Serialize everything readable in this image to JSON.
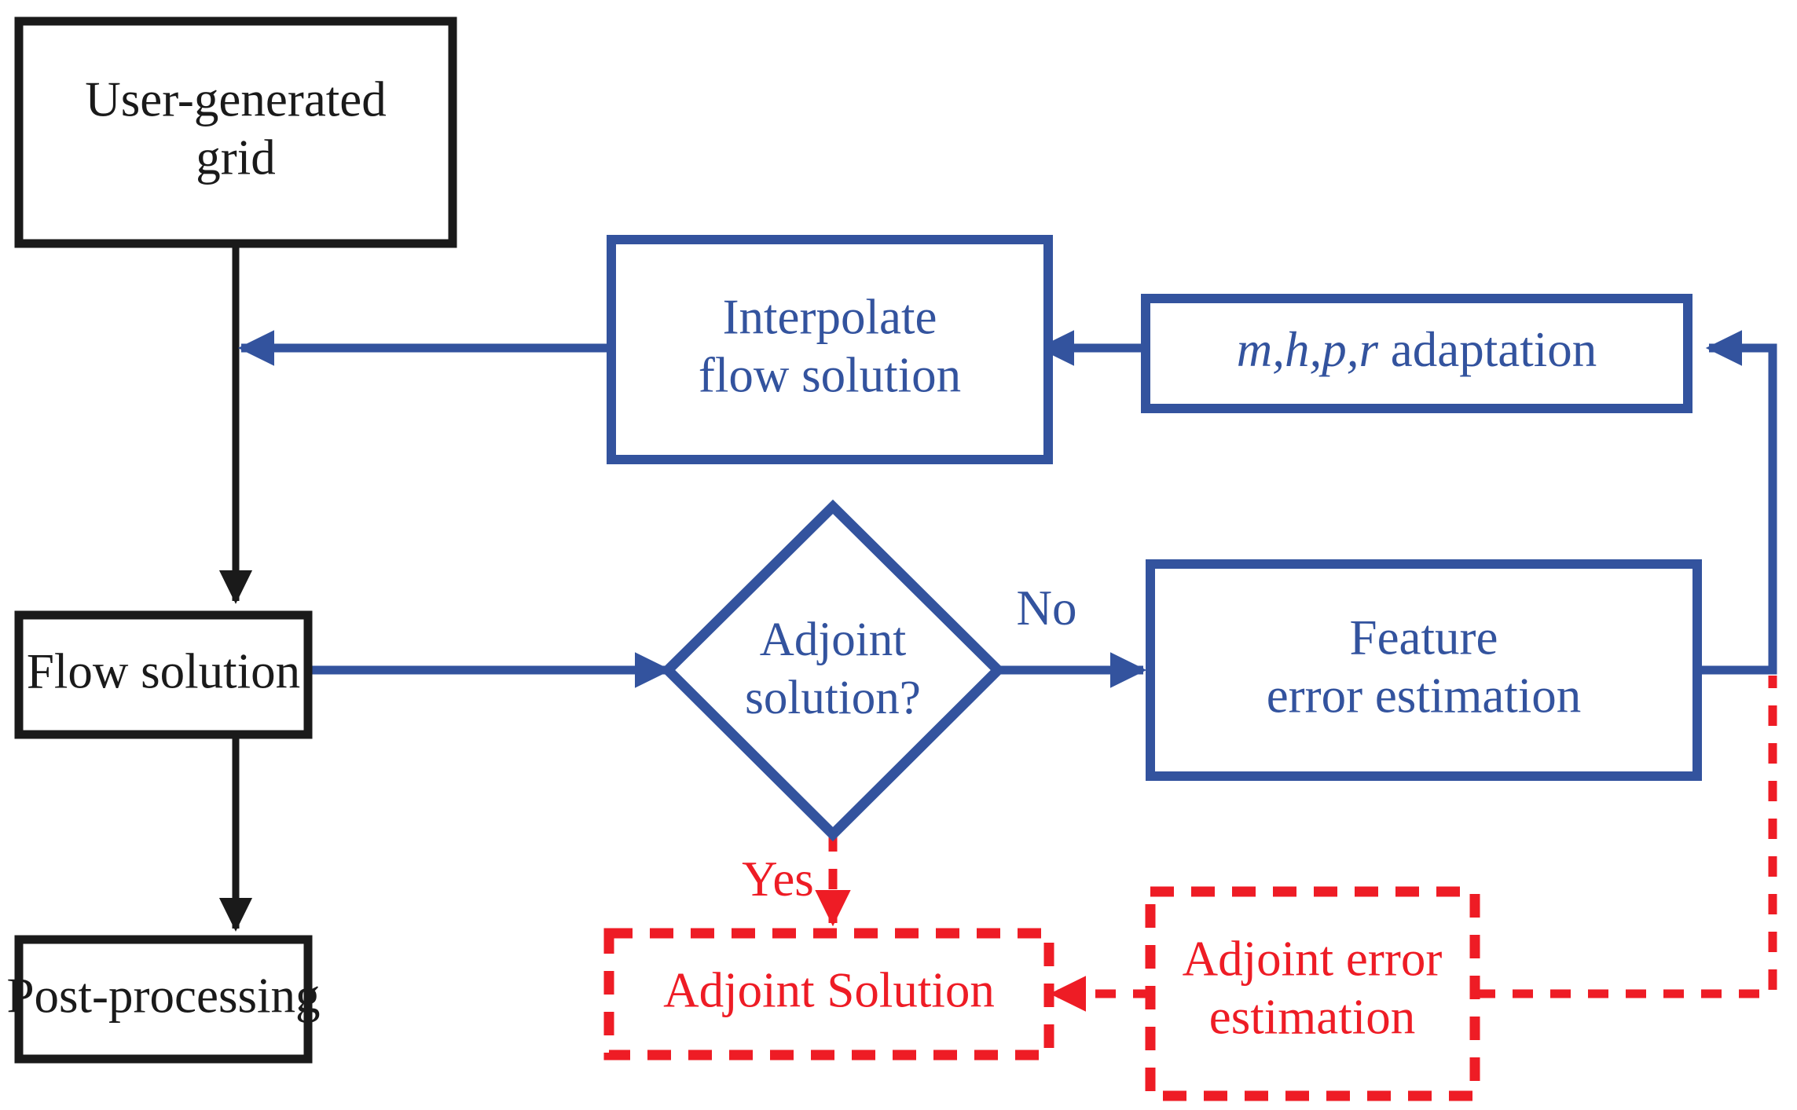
{
  "diagram": {
    "title": "Adaptive flow solution workflow",
    "colors": {
      "black": "#1a1a1a",
      "blue": "#33539e",
      "red": "#ee1c25",
      "background": "#ffffff"
    },
    "nodes": {
      "user_grid": {
        "label_line1": "User-generated",
        "label_line2": "grid",
        "style": "black-solid-box"
      },
      "flow_solution": {
        "label": "Flow solution",
        "style": "black-solid-box"
      },
      "post_processing": {
        "label": "Post-processing",
        "style": "black-solid-box"
      },
      "interpolate": {
        "label_line1": "Interpolate",
        "label_line2": "flow solution",
        "style": "blue-solid-box"
      },
      "adaptation": {
        "label_math": "m,h,p,r",
        "label_rest": " adaptation",
        "style": "blue-solid-box"
      },
      "decision": {
        "label_line1": "Adjoint",
        "label_line2": "solution?",
        "style": "blue-diamond"
      },
      "feature_error": {
        "label_line1": "Feature",
        "label_line2": "error estimation",
        "style": "blue-solid-box"
      },
      "adjoint_solution": {
        "label": "Adjoint Solution",
        "style": "red-dashed-box"
      },
      "adjoint_error": {
        "label_line1": "Adjoint error",
        "label_line2": "estimation",
        "style": "red-dashed-box"
      }
    },
    "edge_labels": {
      "no": "No",
      "yes": "Yes"
    },
    "edges": [
      {
        "from": "user_grid",
        "to": "flow_solution",
        "color": "black",
        "style": "solid"
      },
      {
        "from": "flow_solution",
        "to": "post_processing",
        "color": "black",
        "style": "solid"
      },
      {
        "from": "flow_solution",
        "to": "decision",
        "color": "blue",
        "style": "solid"
      },
      {
        "from": "decision",
        "to": "feature_error",
        "color": "blue",
        "style": "solid",
        "label": "No"
      },
      {
        "from": "decision",
        "to": "adjoint_solution",
        "color": "red",
        "style": "dashed",
        "label": "Yes"
      },
      {
        "from": "adjoint_error",
        "to": "adjoint_solution",
        "color": "red",
        "style": "dashed"
      },
      {
        "from": "feature_error",
        "to": "adaptation",
        "color": "blue",
        "style": "solid"
      },
      {
        "from": "adjoint_error",
        "to": "adaptation",
        "color": "red",
        "style": "dashed"
      },
      {
        "from": "adaptation",
        "to": "interpolate",
        "color": "blue",
        "style": "solid"
      },
      {
        "from": "interpolate",
        "to": "user_grid",
        "color": "blue",
        "style": "solid"
      }
    ]
  }
}
